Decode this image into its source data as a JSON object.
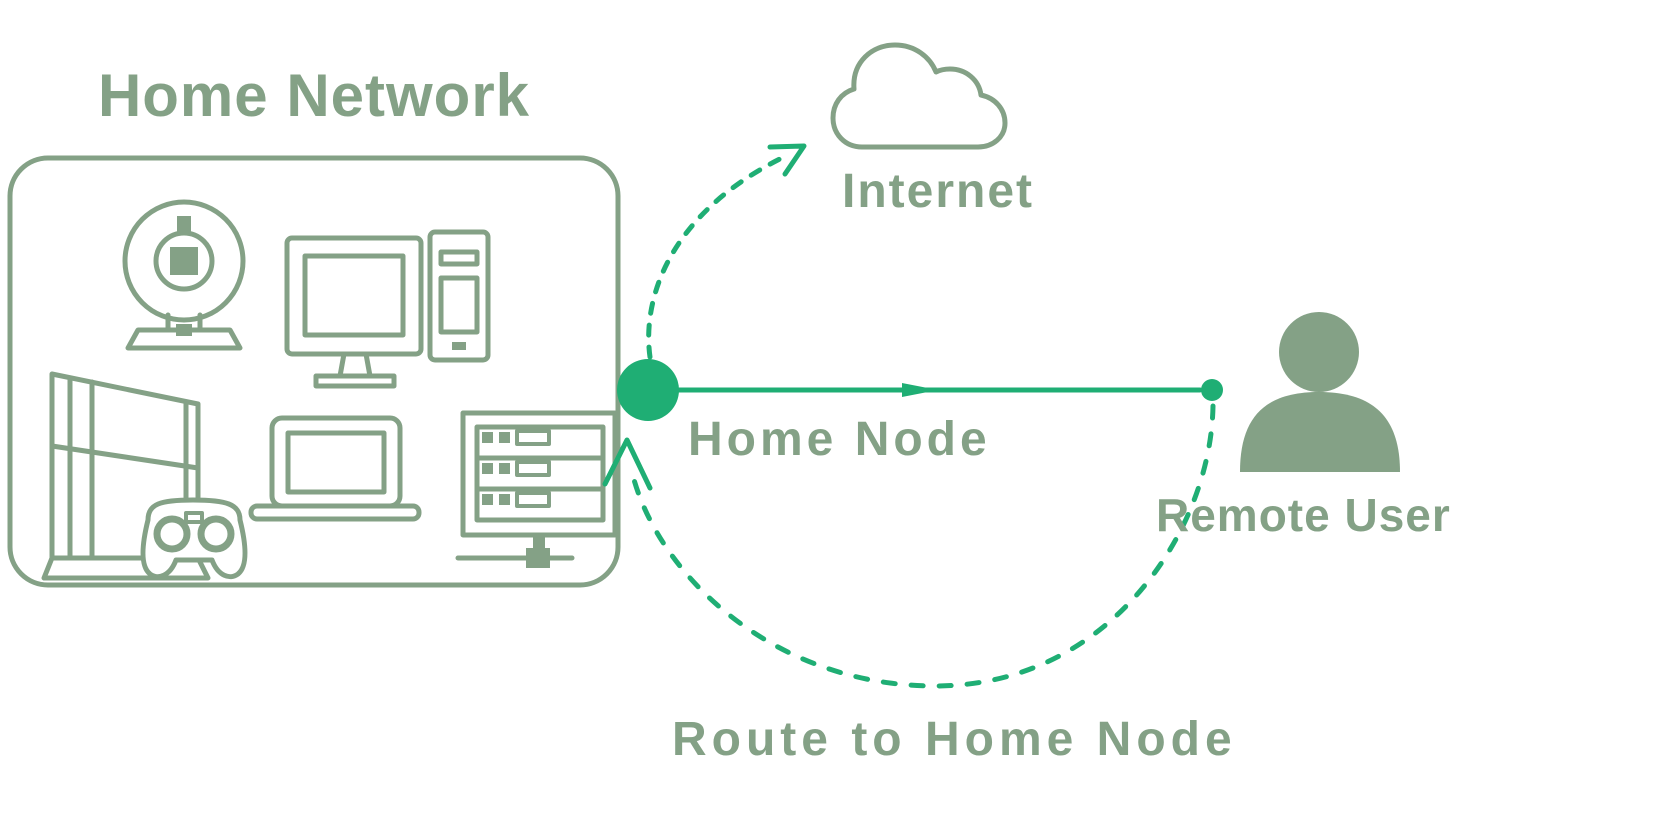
{
  "diagram": {
    "title": "Home Network",
    "labels": {
      "internet": "Internet",
      "home_node": "Home Node",
      "remote_user": "Remote User",
      "route": "Route to Home Node"
    },
    "colors": {
      "sage": "#84a186",
      "teal": "#1fae74",
      "background": "#ffffff"
    },
    "icons": {
      "home_network_devices": [
        "webcam-icon",
        "desktop-computer-icon",
        "game-console-icon",
        "laptop-icon",
        "server-icon"
      ],
      "internet": "cloud-icon",
      "remote_user": "person-icon",
      "home_node": "node-dot"
    },
    "edges": [
      {
        "from": "Home Node",
        "to": "Internet",
        "style": "dashed-arrow"
      },
      {
        "from": "Home Node",
        "to": "Remote User",
        "style": "solid-line"
      },
      {
        "from": "Remote User",
        "to": "Home Node",
        "style": "dashed-arc",
        "label": "Route to Home Node"
      }
    ]
  }
}
